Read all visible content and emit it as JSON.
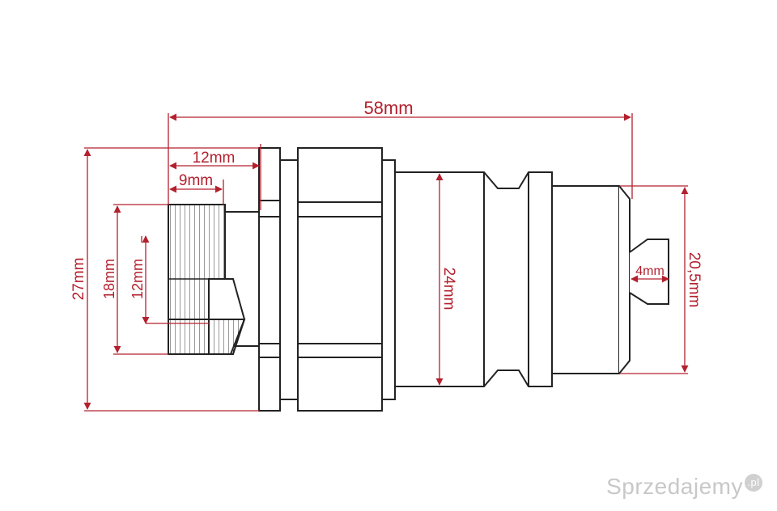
{
  "dimensions": {
    "total_length": "58mm",
    "total_height": "27mm",
    "thread_outer_length": "12mm",
    "thread_inner_length": "9mm",
    "thread_diameter": "18mm",
    "inner_bore": "12mm",
    "nipple_diameter": "24mm",
    "tip_diameter": "20,5mm",
    "tip_pin": "4mm"
  },
  "colors": {
    "dimension_line": "#b3202e",
    "part_outline": "#222222",
    "background": "#ffffff"
  },
  "watermark": {
    "brand": "Sprzedajemy",
    "suffix": ".pl"
  }
}
